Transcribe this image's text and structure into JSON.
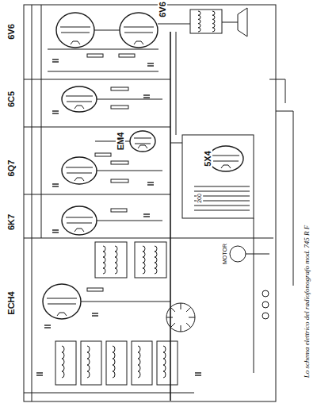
{
  "diagram": {
    "caption": "Lo schema elettrico del radiofonografo mod. 745 R F",
    "labels": [
      "6V6",
      "6V6",
      "6C5",
      "EM4",
      "6Q7",
      "6K7",
      "ECH4",
      "5X4",
      "MOTOR",
      "200"
    ]
  }
}
